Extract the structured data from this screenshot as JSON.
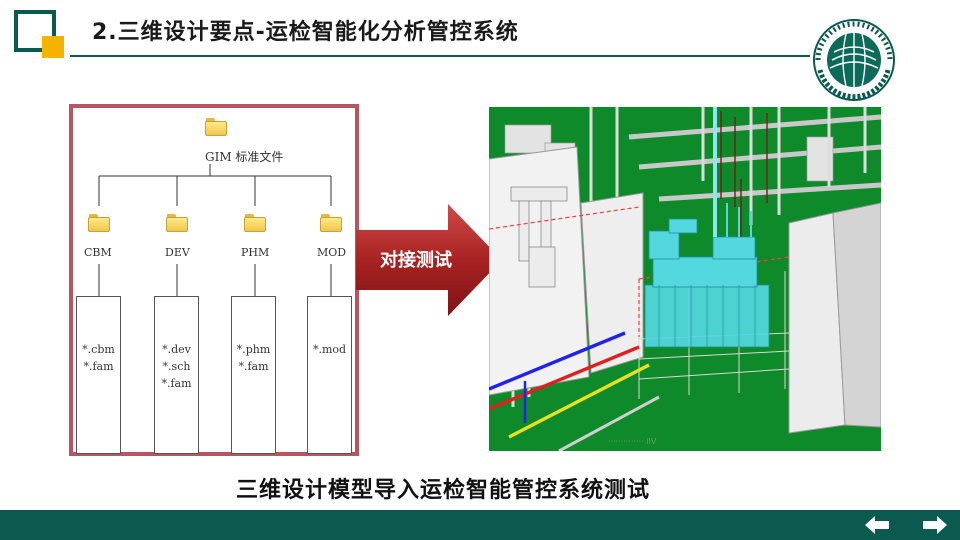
{
  "slide": {
    "title": "2.三维设计要点-运检智能化分析管控系统",
    "caption": "三维设计模型导入运检智能管控系统测试",
    "arrow_label": "对接测试"
  },
  "hierarchy": {
    "root_label": "GIM 标准文件",
    "folders": [
      {
        "label": "CBM",
        "files": [
          "*.cbm",
          "*.fam"
        ]
      },
      {
        "label": "DEV",
        "files": [
          "*.dev",
          "*.sch",
          "*.fam"
        ]
      },
      {
        "label": "PHM",
        "files": [
          "*.phm",
          "*.fam"
        ]
      },
      {
        "label": "MOD",
        "files": [
          "*.mod"
        ]
      }
    ]
  },
  "view3d": {
    "status_text": "·············· IIV"
  },
  "colors": {
    "brand": "#0b5a4f",
    "accent": "#f3b300",
    "panel_border": "#b85560",
    "arrow": "#b02a2a",
    "ground": "#0e8a2a",
    "equipment": "#54d8e0"
  },
  "icons": {
    "prev": "arrow-left-icon",
    "next": "arrow-right-icon",
    "folder": "folder-icon"
  }
}
